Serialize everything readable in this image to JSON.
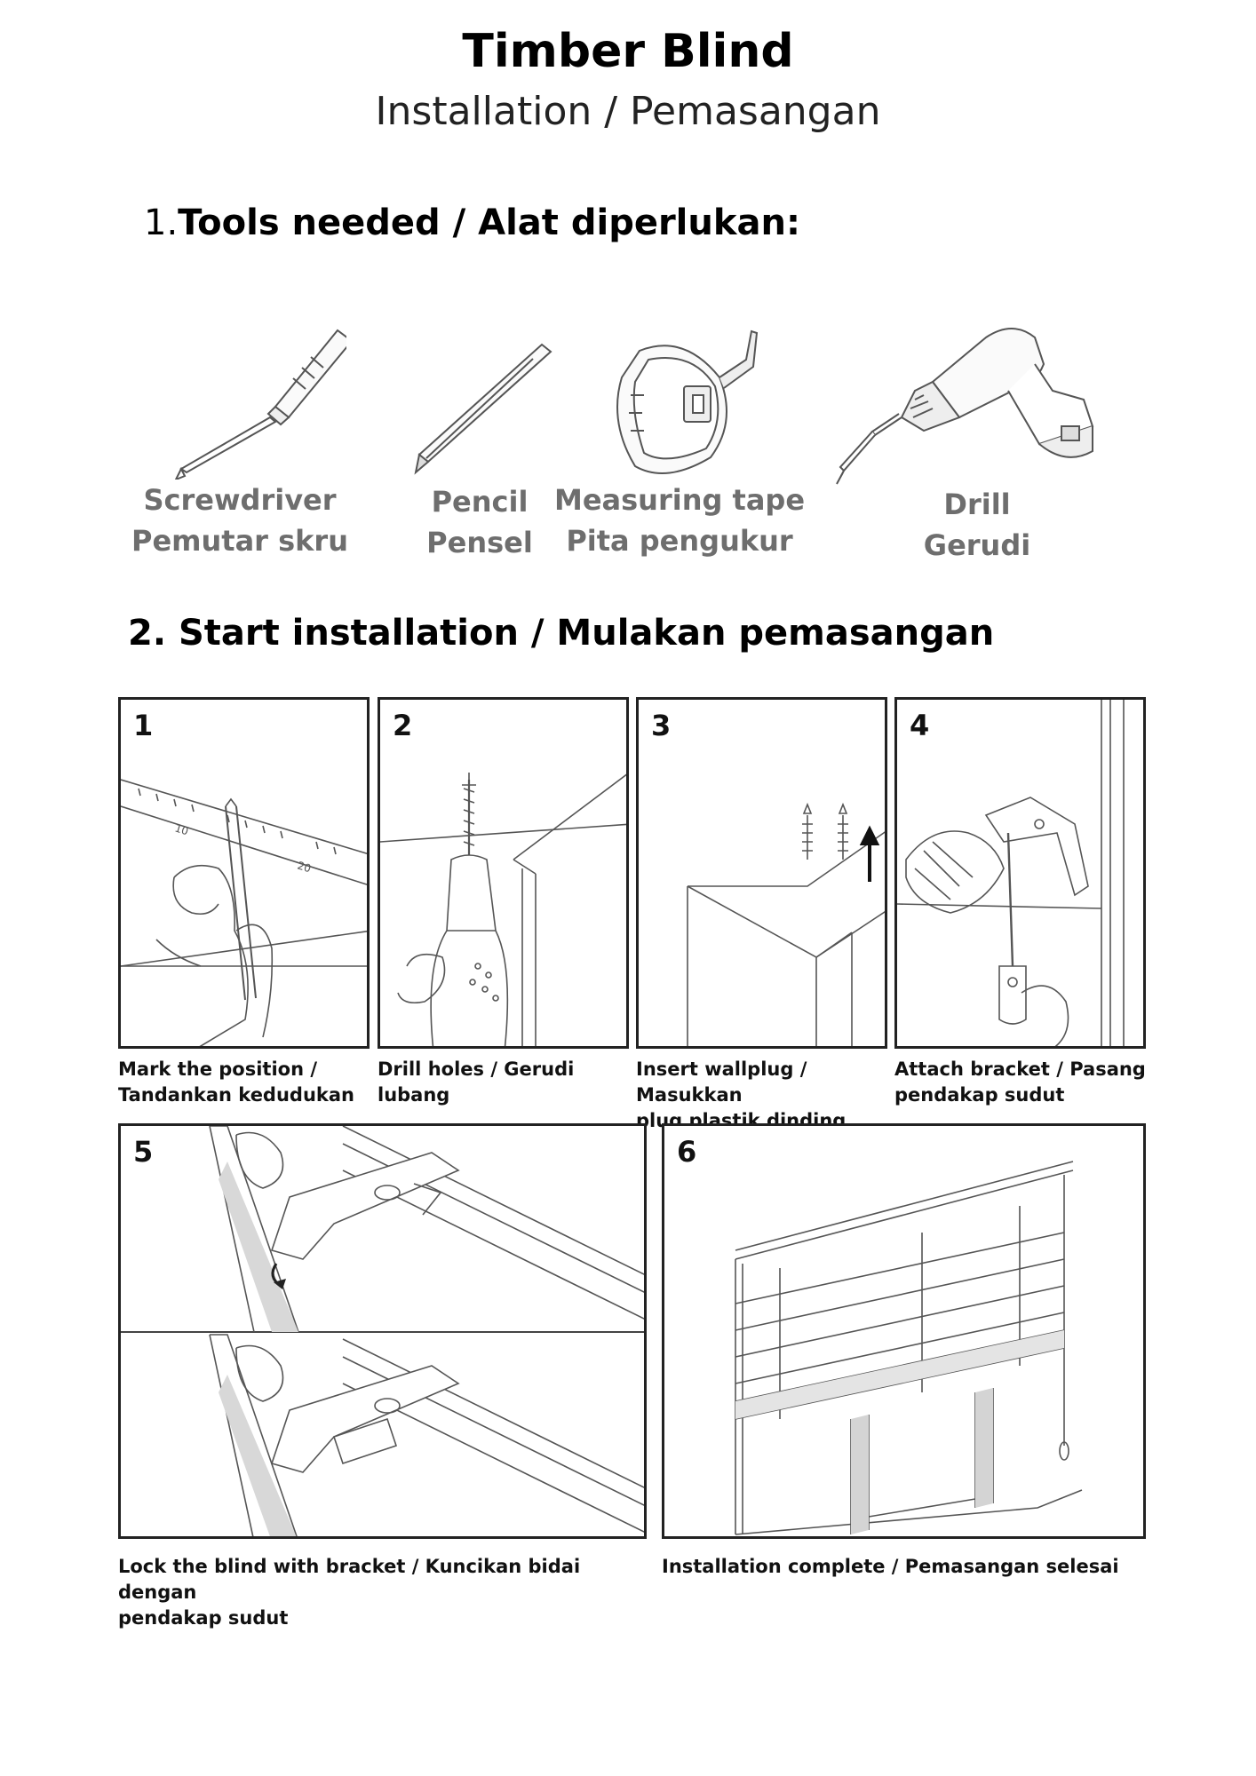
{
  "header": {
    "title": "Timber Blind",
    "subtitle": "Installation / Pemasangan"
  },
  "section_tools": {
    "number": "1.",
    "heading": "Tools needed / Alat diperlukan:"
  },
  "tools": [
    {
      "label_en": "Screwdriver",
      "label_ms": "Pemutar skru",
      "icon": "screwdriver-icon"
    },
    {
      "label_en": "Pencil",
      "label_ms": "Pensel",
      "icon": "pencil-icon"
    },
    {
      "label_en": "Measuring tape",
      "label_ms": "Pita pengukur",
      "icon": "measuring-tape-icon"
    },
    {
      "label_en": "Drill",
      "label_ms": "Gerudi",
      "icon": "drill-icon"
    }
  ],
  "section_install": {
    "heading": "2. Start installation / Mulakan pemasangan"
  },
  "steps": [
    {
      "number": "1",
      "caption_line1": "Mark the position /",
      "caption_line2": "Tandankan kedudukan"
    },
    {
      "number": "2",
      "caption_line1": "Drill holes  / Gerudi lubang",
      "caption_line2": ""
    },
    {
      "number": "3",
      "caption_line1": "Insert wallplug / Masukkan",
      "caption_line2": "plug plastik dinding"
    },
    {
      "number": "4",
      "caption_line1": "Attach bracket / Pasang",
      "caption_line2": "pendakap sudut"
    },
    {
      "number": "5",
      "caption_line1": "Lock the blind with bracket / Kuncikan bidai dengan",
      "caption_line2": "pendakap sudut"
    },
    {
      "number": "6",
      "caption_line1": "Installation complete / Pemasangan selesai",
      "caption_line2": ""
    }
  ],
  "ruler_marks": [
    "10",
    "20"
  ]
}
